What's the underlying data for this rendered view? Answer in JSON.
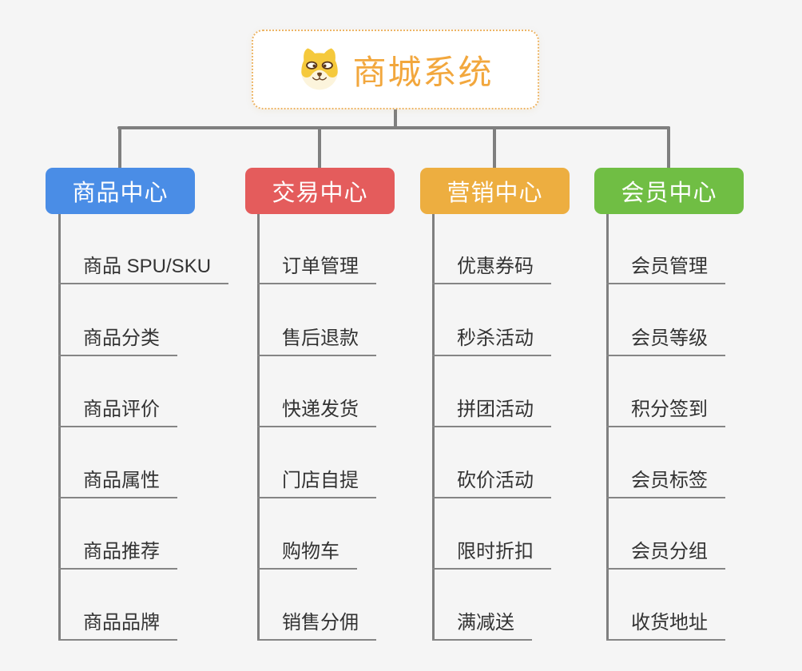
{
  "root": {
    "title": "商城系统",
    "icon": "shiba-dog-icon"
  },
  "branches": [
    {
      "label": "商品中心",
      "items": [
        "商品 SPU/SKU",
        "商品分类",
        "商品评价",
        "商品属性",
        "商品推荐",
        "商品品牌"
      ]
    },
    {
      "label": "交易中心",
      "items": [
        "订单管理",
        "售后退款",
        "快递发货",
        "门店自提",
        "购物车",
        "销售分佣"
      ]
    },
    {
      "label": "营销中心",
      "items": [
        "优惠券码",
        "秒杀活动",
        "拼团活动",
        "砍价活动",
        "限时折扣",
        "满减送"
      ]
    },
    {
      "label": "会员中心",
      "items": [
        "会员管理",
        "会员等级",
        "积分签到",
        "会员标签",
        "会员分组",
        "收货地址"
      ]
    }
  ],
  "colors": {
    "page-bg": "#F5F5F5",
    "root-bg": "#FFFFFF",
    "root-border": "#EDB566",
    "root-text": "#F2A73D",
    "branch-0": "#4A8DE6",
    "branch-1": "#E45C5C",
    "branch-2": "#EDAE40",
    "branch-3": "#70BE44",
    "branch-text": "#FFFFFF",
    "connector": "#7F7F7F",
    "underline": "#858585",
    "item-text": "#333333"
  }
}
